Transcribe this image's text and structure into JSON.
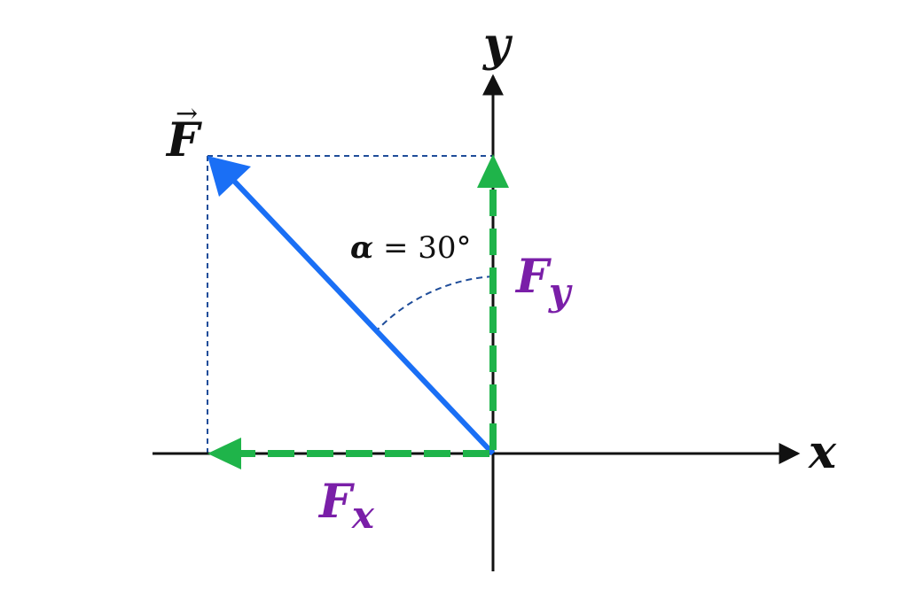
{
  "diagram": {
    "axes": {
      "x_label": "x",
      "y_label": "y"
    },
    "force": {
      "label": "F",
      "arrow_glyph": "→",
      "color": "#1a6ff5"
    },
    "components": {
      "fx_label": "F",
      "fx_sub": "x",
      "fy_label": "F",
      "fy_sub": "y",
      "color": "#1fb44a",
      "label_color": "#7a1fa8"
    },
    "angle": {
      "symbol": "α",
      "equals": " = ",
      "value": "30°"
    },
    "guide_color": "#1f4d9a",
    "axis_color": "#111111"
  }
}
